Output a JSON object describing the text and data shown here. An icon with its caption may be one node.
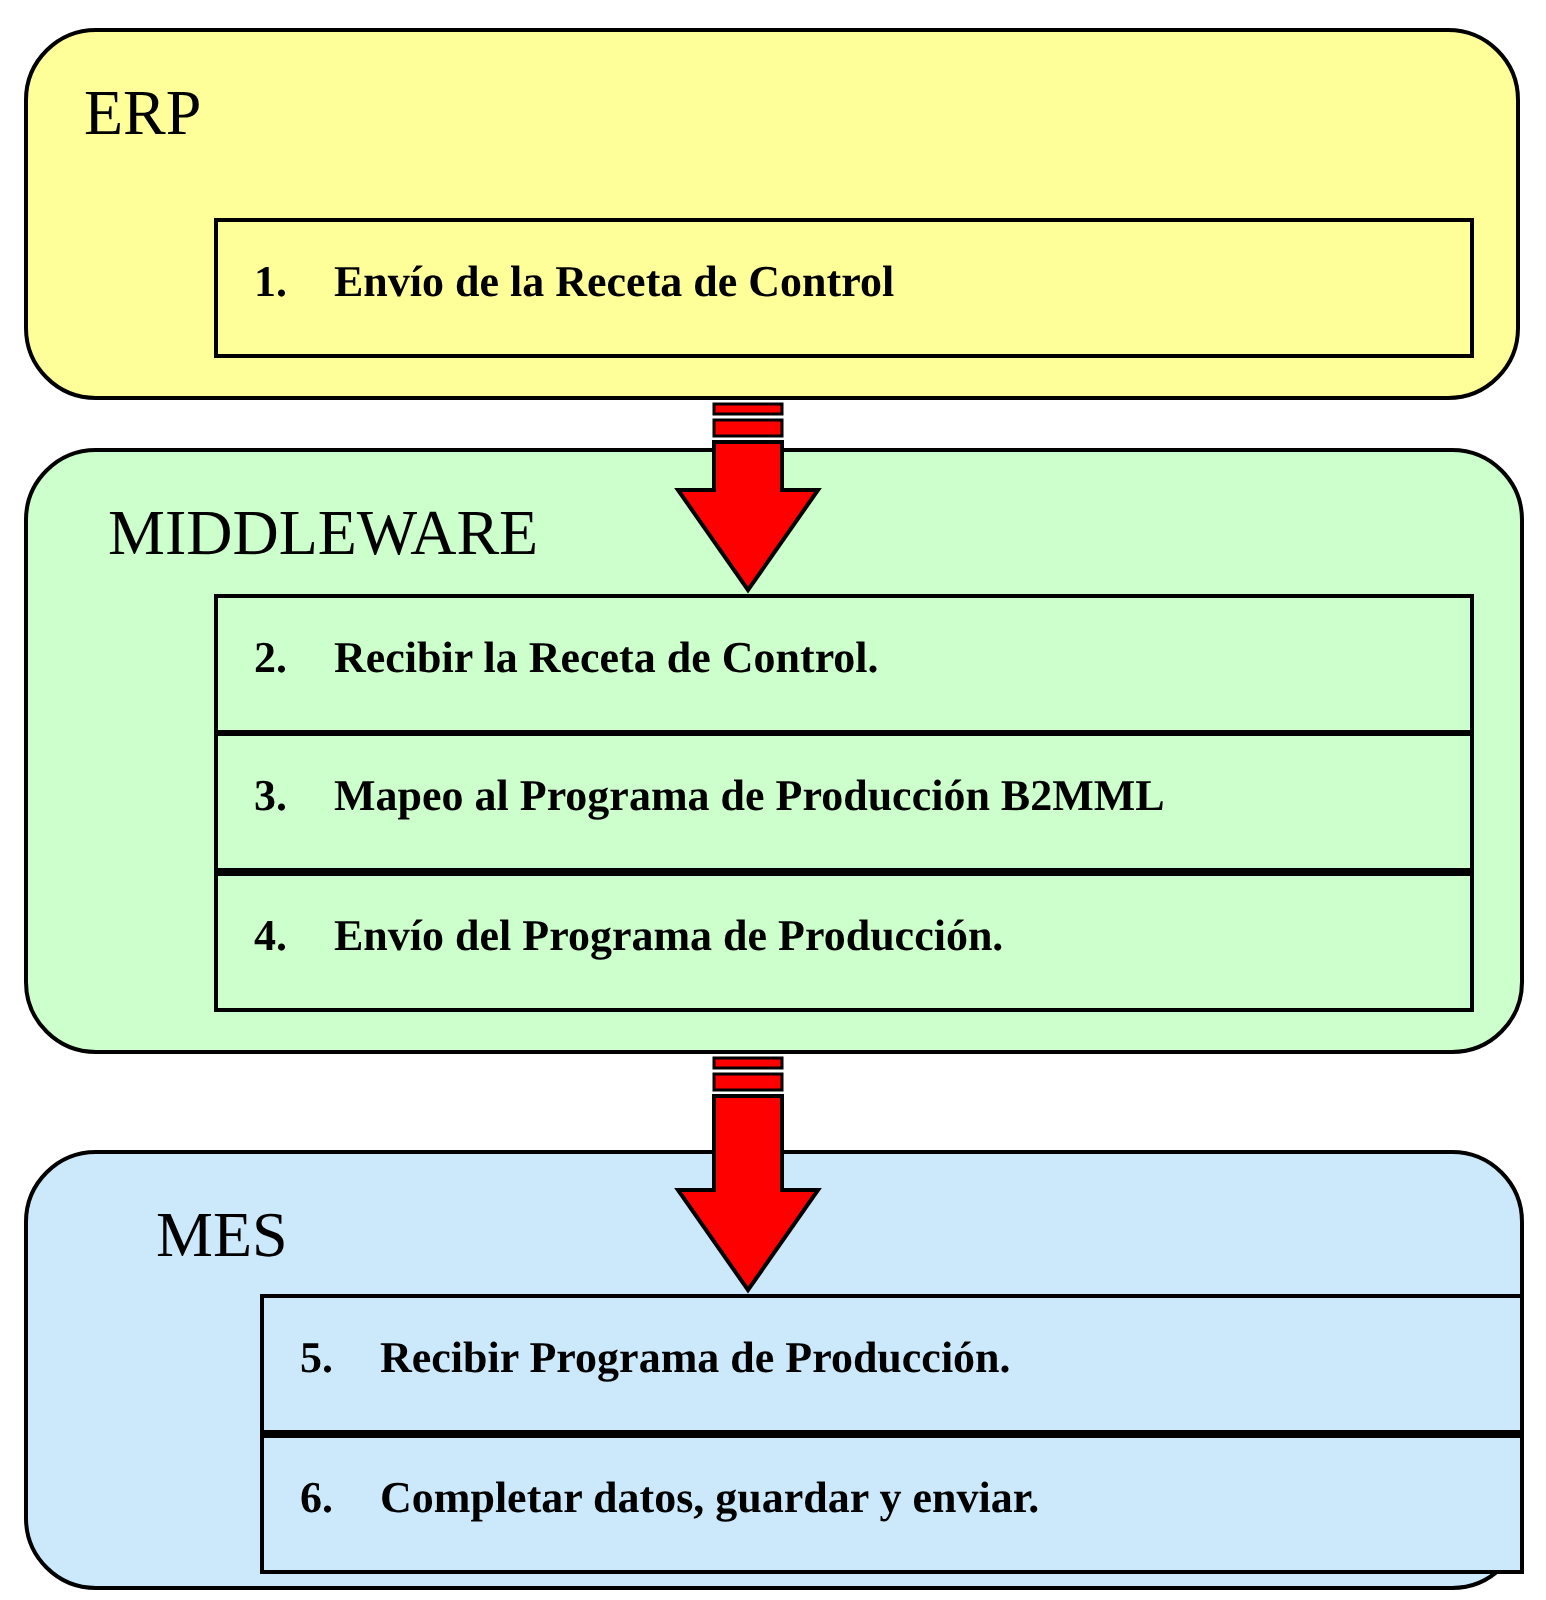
{
  "diagram": {
    "nodes": [
      {
        "text": [
          "ERP"
        ]
      },
      {
        "text": [
          "1. Envío de la Receta de Control"
        ],
        "in": 0
      },
      {
        "text": [
          "MIDDLEWARE"
        ]
      },
      {
        "text": [
          "2. Recibir la Receta de Control."
        ],
        "in": 2
      },
      {
        "text": [
          "3. Mapeo al Programa de Producción B2MML"
        ],
        "in": 2
      },
      {
        "text": [
          "4. Envío del Programa de Producción."
        ],
        "in": 2
      },
      {
        "text": [
          "MES"
        ]
      },
      {
        "text": [
          "5. Recibir Programa de Producción."
        ],
        "in": 6
      },
      {
        "text": [
          "6. Completar datos, guardar y enviar."
        ],
        "in": 6
      }
    ],
    "edges": [
      {
        "from": 0,
        "to": 3,
        "arrow": "to",
        "style": "thick",
        "color": "#ff0000"
      },
      {
        "from": 2,
        "to": 7,
        "arrow": "to",
        "style": "thick",
        "color": "#ff0000"
      }
    ]
  }
}
